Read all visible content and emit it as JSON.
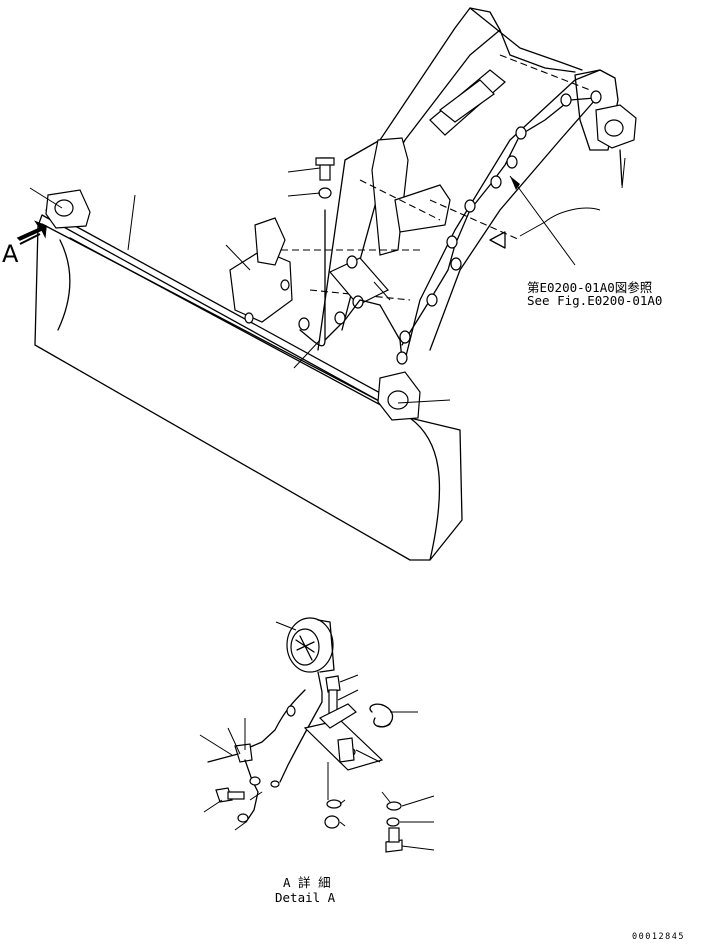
{
  "view_label": "A",
  "reference": {
    "line_jp": "第E0200-01A0図参照",
    "line_en": "See Fig.E0200-01A0"
  },
  "detail": {
    "title_jp": "A 詳 細",
    "title_en": "Detail A"
  },
  "drawing_number": "00012845"
}
